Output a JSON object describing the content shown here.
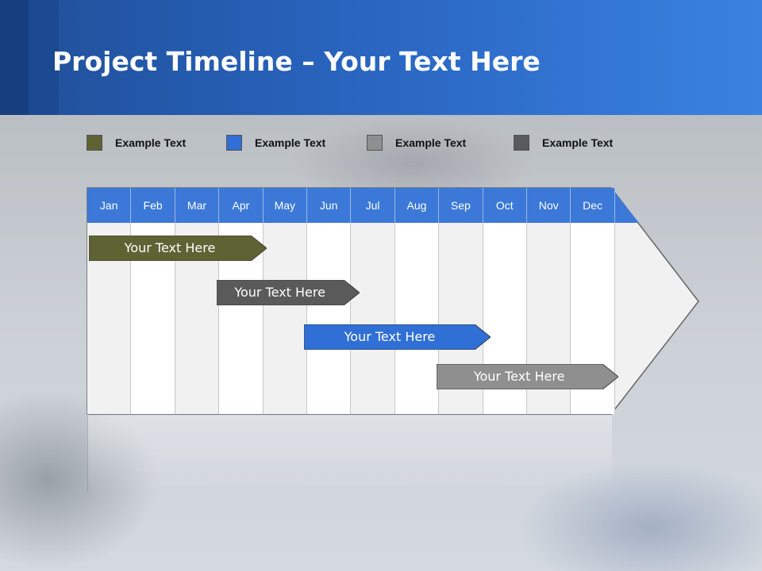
{
  "slide": {
    "title_bold": "Project Timeline",
    "title_rest": " – Your Text Here"
  },
  "legend": [
    {
      "label": "Example Text",
      "color": "#5f6233"
    },
    {
      "label": "Example Text",
      "color": "#2f6fd6"
    },
    {
      "label": "Example Text",
      "color": "#8f8f8f"
    },
    {
      "label": "Example Text",
      "color": "#5a5a5a"
    }
  ],
  "months": [
    "Jan",
    "Feb",
    "Mar",
    "Apr",
    "May",
    "Jun",
    "Jul",
    "Aug",
    "Sep",
    "Oct",
    "Nov",
    "Dec"
  ],
  "tasks": [
    {
      "label": "Your  Text Here",
      "color": "#5f6233",
      "start_month": 1,
      "end_month": 4.8
    },
    {
      "label": "Your  Text Here",
      "color": "#5a5a5a",
      "start_month": 3.9,
      "end_month": 6.9
    },
    {
      "label": "Your  Text Here",
      "color": "#2f6fd6",
      "start_month": 5.9,
      "end_month": 9.9
    },
    {
      "label": "Your  Text Here",
      "color": "#8f8f8f",
      "start_month": 8.9,
      "end_month": 12.8
    }
  ],
  "colors": {
    "header_blue": "#2a66c2",
    "month_header": "#3b78d8",
    "column_light": "#f1f1f1",
    "column_white": "#ffffff"
  }
}
